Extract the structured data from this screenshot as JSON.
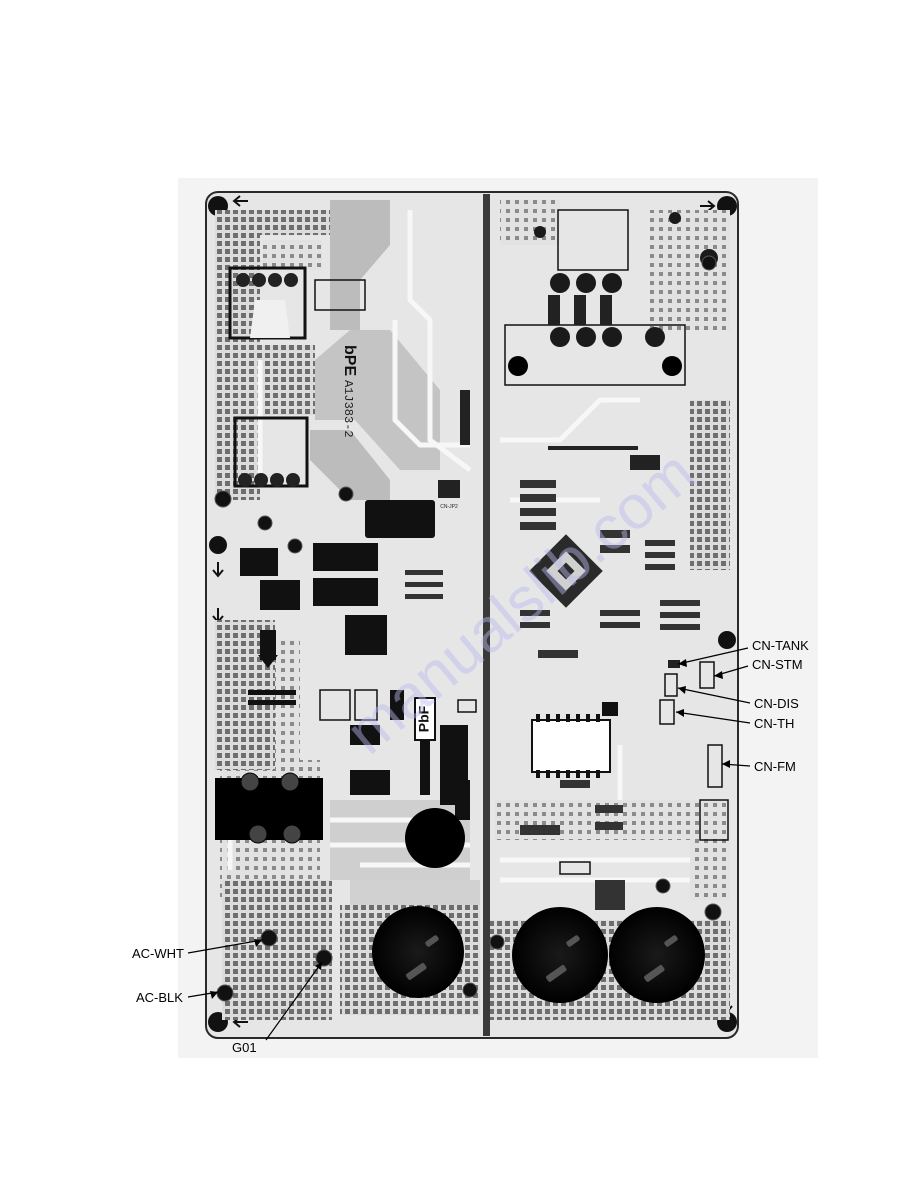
{
  "board": {
    "silkscreen": {
      "pbf": "PbF",
      "part_number": "A1J383-2",
      "cn_jp2": "CN-JP2"
    }
  },
  "callouts": {
    "right": [
      {
        "label": "CN-TANK"
      },
      {
        "label": "CN-STM"
      },
      {
        "label": "CN-DIS"
      },
      {
        "label": "CN-TH"
      },
      {
        "label": "CN-FM"
      }
    ],
    "left": [
      {
        "label": "AC-WHT"
      },
      {
        "label": "AC-BLK"
      },
      {
        "label": "G01"
      }
    ]
  },
  "colors": {
    "board_bg": "#e6e6e6",
    "trace": "#b3b3b3",
    "copper_dark": "#5a5a5a",
    "component": "#111111",
    "watermark": "#b9b9ee"
  }
}
